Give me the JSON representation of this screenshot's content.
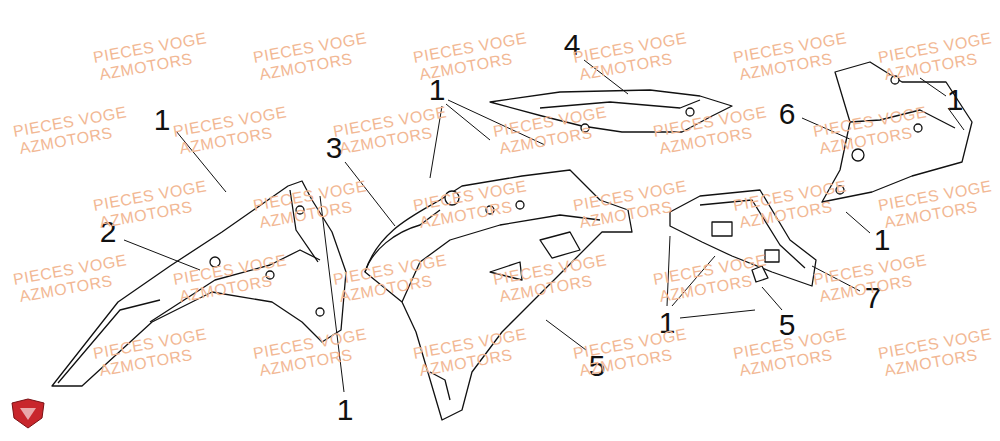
{
  "diagram": {
    "labels": [
      "1",
      "2",
      "3",
      "1",
      "4",
      "6",
      "1",
      "1",
      "5",
      "7",
      "1",
      "5",
      "1",
      "PIECES VOGE",
      "AZMOTORS",
      "PIECES VOGE",
      "AZMOTORS",
      "PIECES VOGE",
      "AZMOTORS",
      "PIECES VOGE",
      "AZMOTORS",
      "PIECES VOGE",
      "AZMOTORS",
      "PIECES VOGE",
      "AZMOTORS",
      "PIECES VOGE",
      "AZMOTORS",
      "PIECES VOGE",
      "AZMOTORS",
      "PIECES VOGE",
      "AZMOTORS",
      "PIECES VOGE",
      "AZMOTORS",
      "PIECES VOGE",
      "AZMOTORS",
      "PIECES VOGE",
      "AZMOTORS",
      "PIECES VOGE",
      "AZMOTORS",
      "PIECES VOGE",
      "AZMOTORS",
      "PIECES VOGE",
      "AZMOTORS",
      "PIECES VOGE",
      "AZMOTORS",
      "PIECES VOGE",
      "AZMOTORS",
      "PIECES VOGE",
      "AZMOTORS",
      "PIECES VOGE",
      "AZMOTORS",
      "PIECES VOGE",
      "AZMOTORS",
      "PIECES VOGE",
      "AZMOTORS",
      "PIECES VOGE",
      "AZMOTORS",
      "PIECES VOGE",
      "AZMOTORS",
      "PIECES VOGE",
      "AZMOTORS",
      "PIECES VOGE",
      "AZMOTORS",
      "PIECES VOGE",
      "AZMOTORS",
      "PIECES VOGE",
      "AZMOTORS",
      "PIECES VOGE",
      "AZMOTORS",
      "PIECES VOGE",
      "AZMOTORS",
      "PIECES VOGE",
      "AZMOTORS"
    ]
  }
}
